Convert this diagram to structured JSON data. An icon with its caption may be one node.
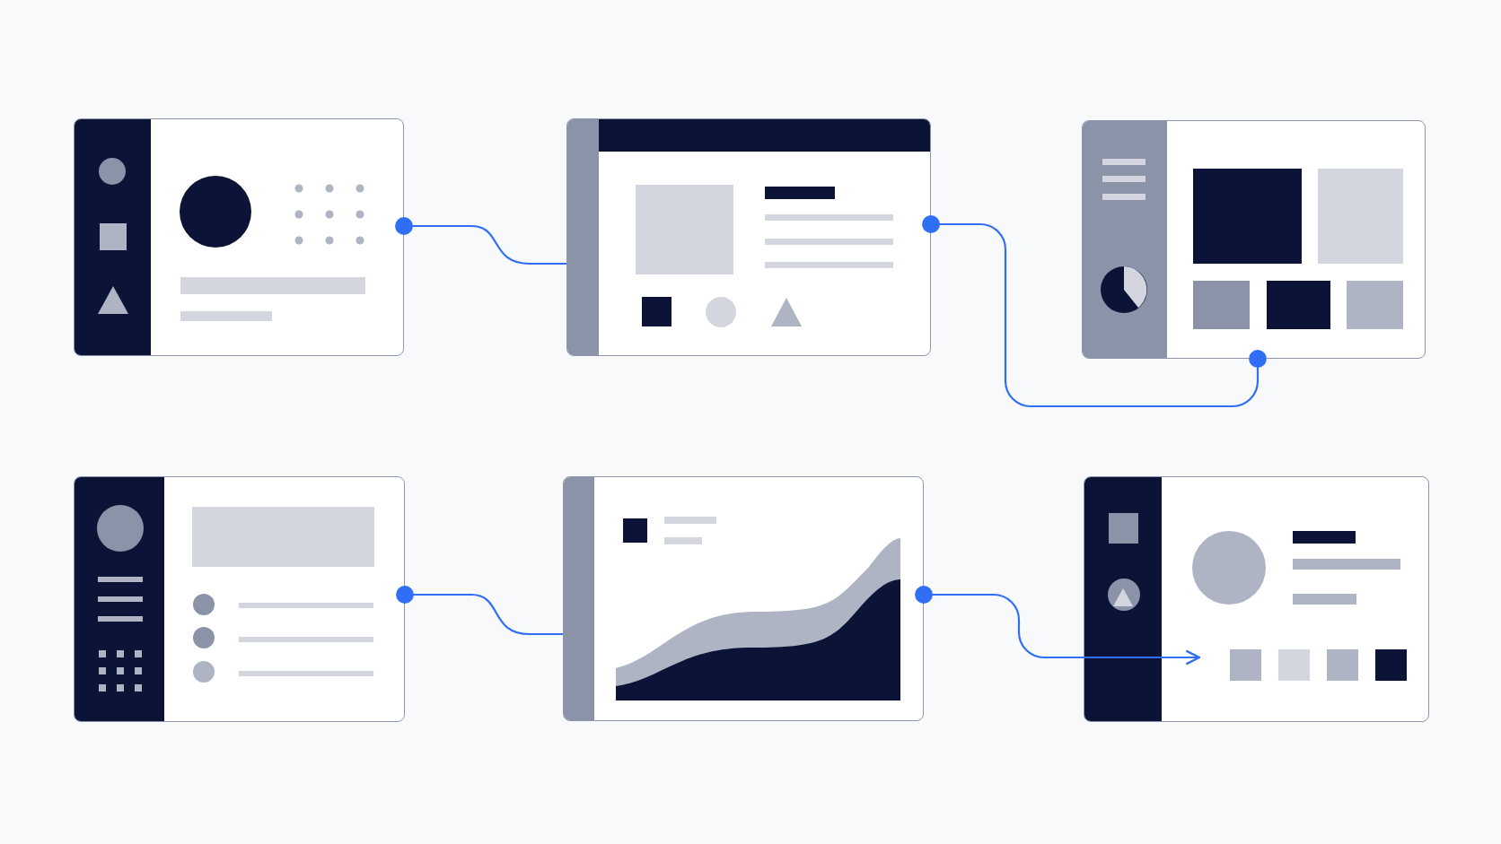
{
  "diagram": {
    "nodes": [
      {
        "text": [],
        "shape": "box"
      },
      {
        "text": [],
        "shape": "box"
      },
      {
        "text": [],
        "shape": "box"
      },
      {
        "text": [],
        "shape": "box"
      },
      {
        "text": [],
        "shape": "box"
      },
      {
        "text": [],
        "shape": "box"
      }
    ],
    "edges": [
      {
        "from": 0,
        "to": 1,
        "arrow": "other"
      },
      {
        "from": 1,
        "to": 2,
        "arrow": "other"
      },
      {
        "from": 3,
        "to": 4,
        "arrow": "other"
      },
      {
        "from": 4,
        "to": 5,
        "arrow": "to"
      }
    ]
  }
}
